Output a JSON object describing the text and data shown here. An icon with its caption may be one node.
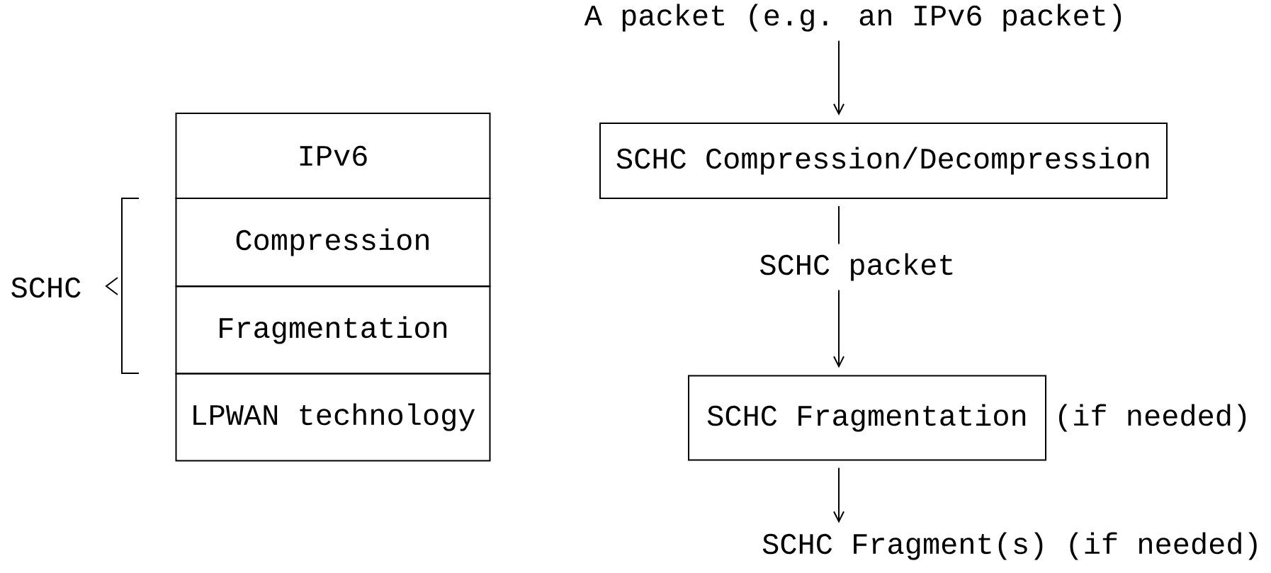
{
  "diagram": {
    "nodes": [
      {
        "text": [
          "IPv6"
        ]
      },
      {
        "text": [
          "Compression"
        ]
      },
      {
        "text": [
          "Fragmentation"
        ]
      },
      {
        "text": [
          "LPWAN technology"
        ]
      },
      {
        "text": [
          "A packet (e.g. an IPv6 packet)"
        ]
      },
      {
        "text": [
          "SCHC Compression/Decompression"
        ]
      },
      {
        "text": [
          "SCHC packet"
        ]
      },
      {
        "text": [
          "SCHC Fragmentation"
        ],
        "beside": [
          "(if needed)"
        ]
      },
      {
        "text": [
          "SCHC Fragment(s) (if needed)"
        ]
      }
    ],
    "edges": [
      {
        "from": 4,
        "to": 5,
        "arrow": "to"
      },
      {
        "from": 5,
        "to": 6,
        "arrow": "none"
      },
      {
        "from": 6,
        "to": 7,
        "arrow": "to"
      },
      {
        "from": 7,
        "to": 8,
        "arrow": "to"
      }
    ],
    "labels": [
      "SCHC"
    ]
  }
}
